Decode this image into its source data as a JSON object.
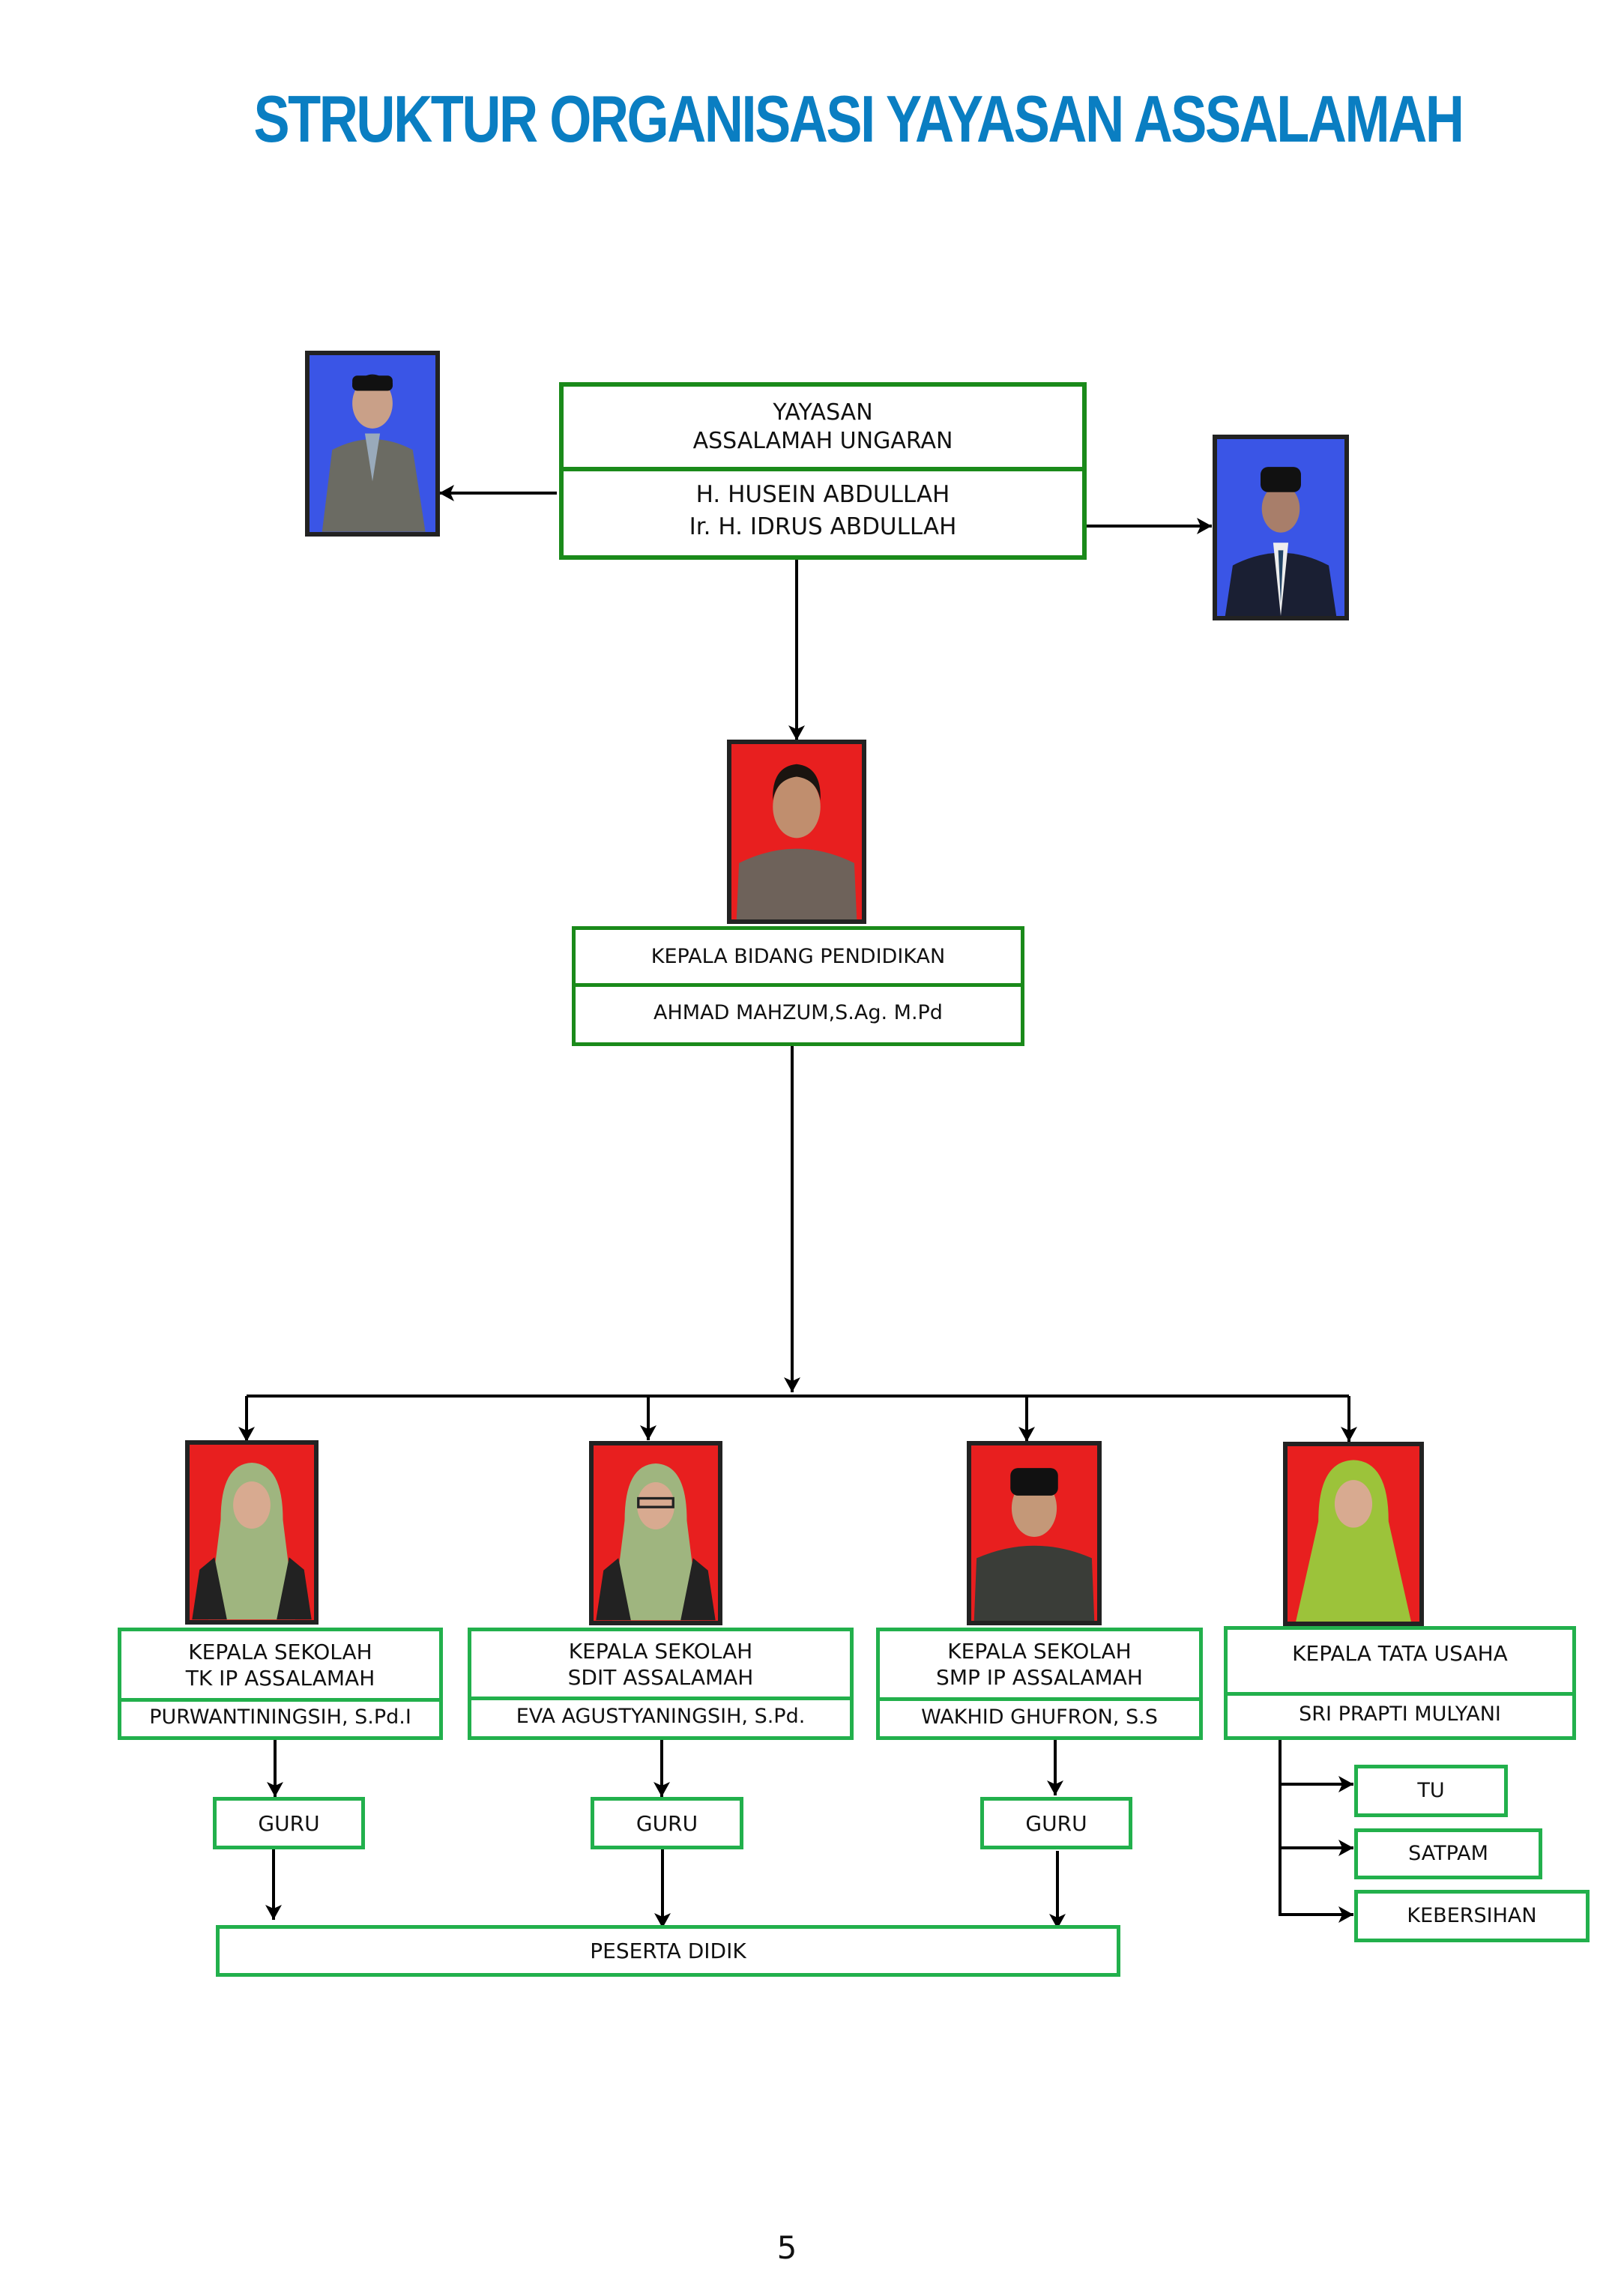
{
  "title": "STRUKTUR ORGANISASI YAYASAN ASSALAMAH",
  "colors": {
    "title": "#0a7ec2",
    "box_border_dark": "#1a8a1a",
    "box_border_light": "#22b04c",
    "photo_blue": "#3a55e6",
    "photo_red": "#e81f1f"
  },
  "yayasan": {
    "heading_line1": "YAYASAN",
    "heading_line2": "ASSALAMAH UNGARAN",
    "person1": "H. HUSEIN ABDULLAH",
    "person2": "Ir. H. IDRUS ABDULLAH"
  },
  "kabid": {
    "title": "KEPALA BIDANG PENDIDIKAN",
    "name": "AHMAD MAHZUM,S.Ag. M.Pd"
  },
  "units": [
    {
      "title_line1": "KEPALA SEKOLAH",
      "title_line2": "TK IP ASSALAMAH",
      "name": "PURWANTININGSIH, S.Pd.I",
      "sub": "GURU"
    },
    {
      "title_line1": "KEPALA SEKOLAH",
      "title_line2": "SDIT ASSALAMAH",
      "name": "EVA AGUSTYANINGSIH, S.Pd.",
      "sub": "GURU"
    },
    {
      "title_line1": "KEPALA SEKOLAH",
      "title_line2": "SMP IP ASSALAMAH",
      "name": "WAKHID GHUFRON, S.S",
      "sub": "GURU"
    },
    {
      "title_line1": "KEPALA TATA USAHA",
      "title_line2": "",
      "name": "SRI PRAPTI MULYANI"
    }
  ],
  "tata_usaha_staff": [
    "TU",
    "SATPAM",
    "KEBERSIHAN"
  ],
  "peserta_didik": "PESERTA DIDIK",
  "page_number": "5"
}
